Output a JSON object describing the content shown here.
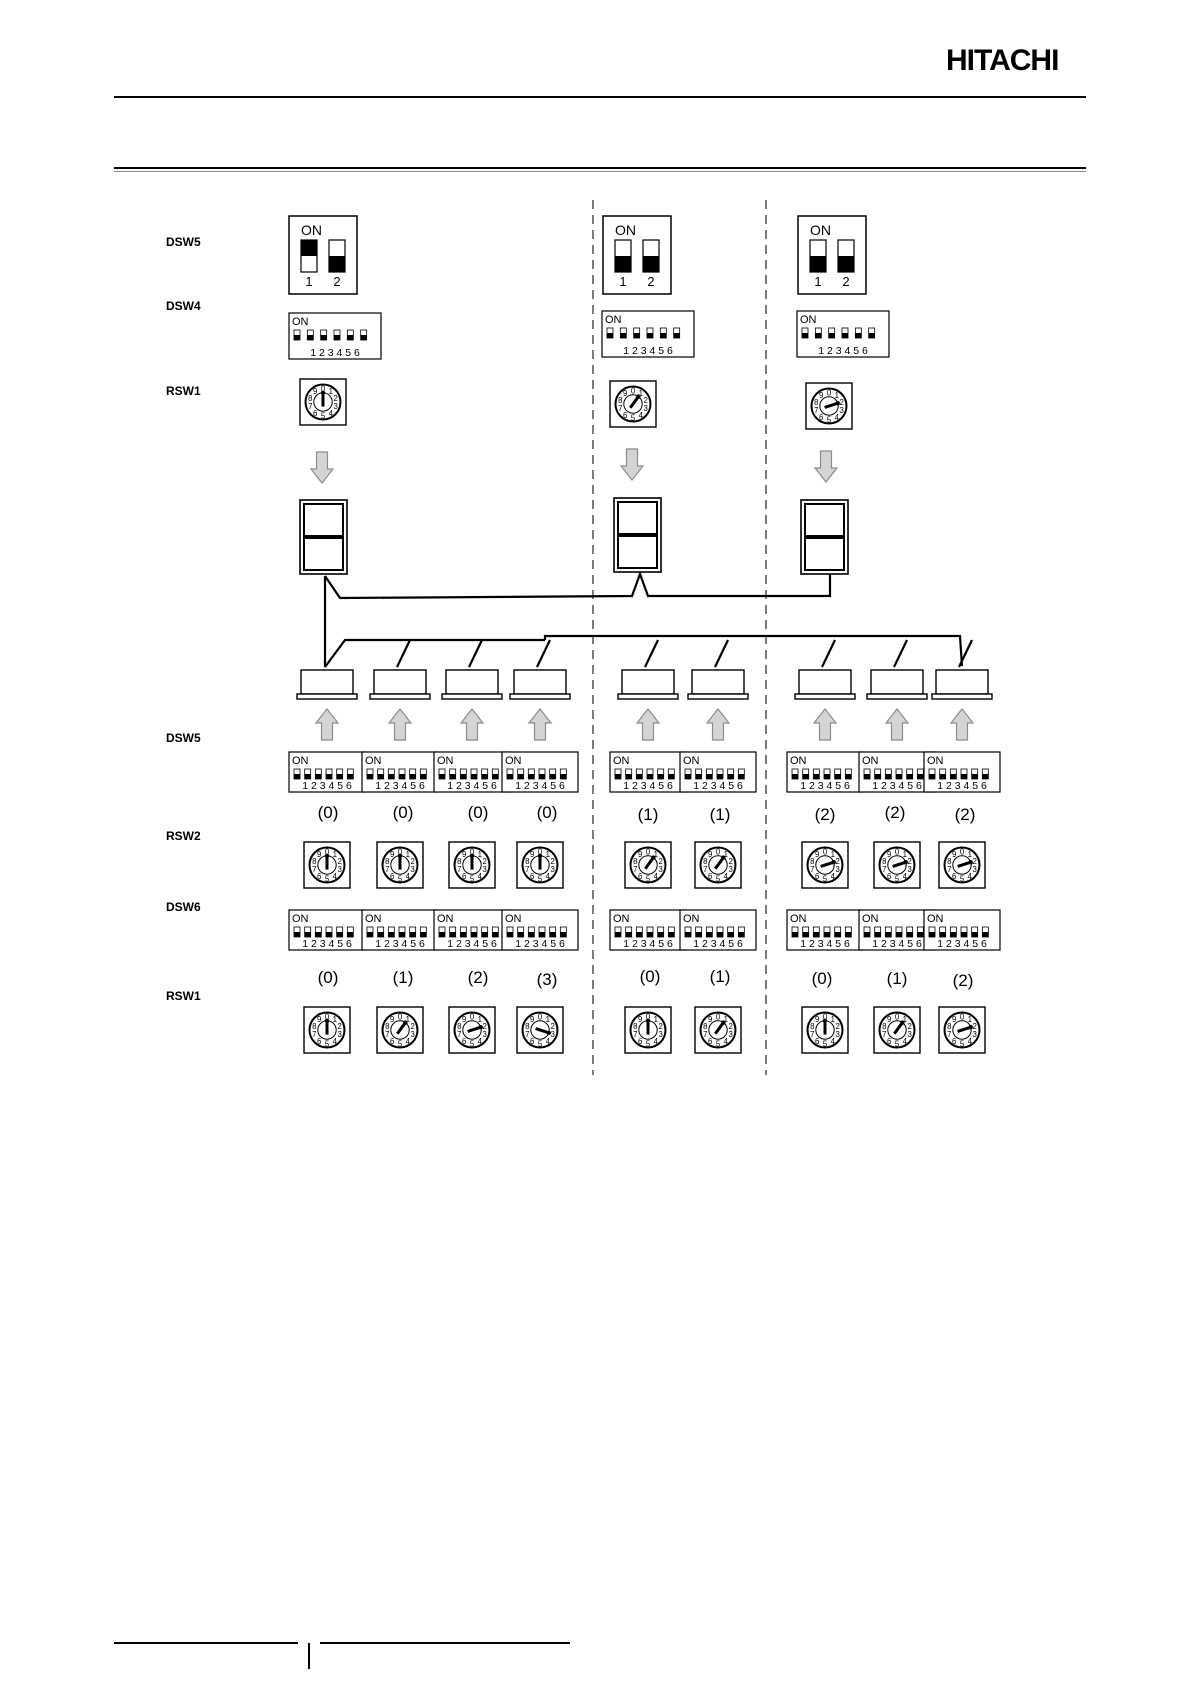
{
  "header": {
    "brand": "HITACHI"
  },
  "row_labels": {
    "outdoor_dsw5": "DSW5",
    "outdoor_dsw4": "DSW4",
    "outdoor_rsw1": "RSW1",
    "indoor_dsw5": "DSW5",
    "indoor_rsw2": "RSW2",
    "indoor_dsw6": "DSW6",
    "indoor_rsw1": "RSW1"
  },
  "switch_text": {
    "on": "ON",
    "dsw5_numbers": [
      "1",
      "2"
    ],
    "dip6_numbers": "1 2 3 4 5 6"
  },
  "outdoor_groups": [
    {
      "dsw5": [
        1,
        0
      ]
    },
    {
      "dsw5": [
        1,
        1
      ]
    },
    {
      "dsw5": [
        1,
        1
      ]
    }
  ],
  "indoor_rsw2_values": [
    "(0)",
    "(0)",
    "(0)",
    "(0)",
    "(1)",
    "(1)",
    "(2)",
    "(2)",
    "(2)"
  ],
  "indoor_rsw1_values": [
    "(0)",
    "(1)",
    "(2)",
    "(3)",
    "(0)",
    "(1)",
    "(0)",
    "(1)",
    "(2)"
  ],
  "colors": {
    "line": "#000000",
    "arrow_fill": "#d4d4d4",
    "arrow_stroke": "#8c8c8c",
    "dashed": "#444444"
  },
  "icons": {
    "dial": "rotary-switch-icon",
    "arrow": "gray-arrow-icon",
    "dip": "dip-switch-icon"
  }
}
